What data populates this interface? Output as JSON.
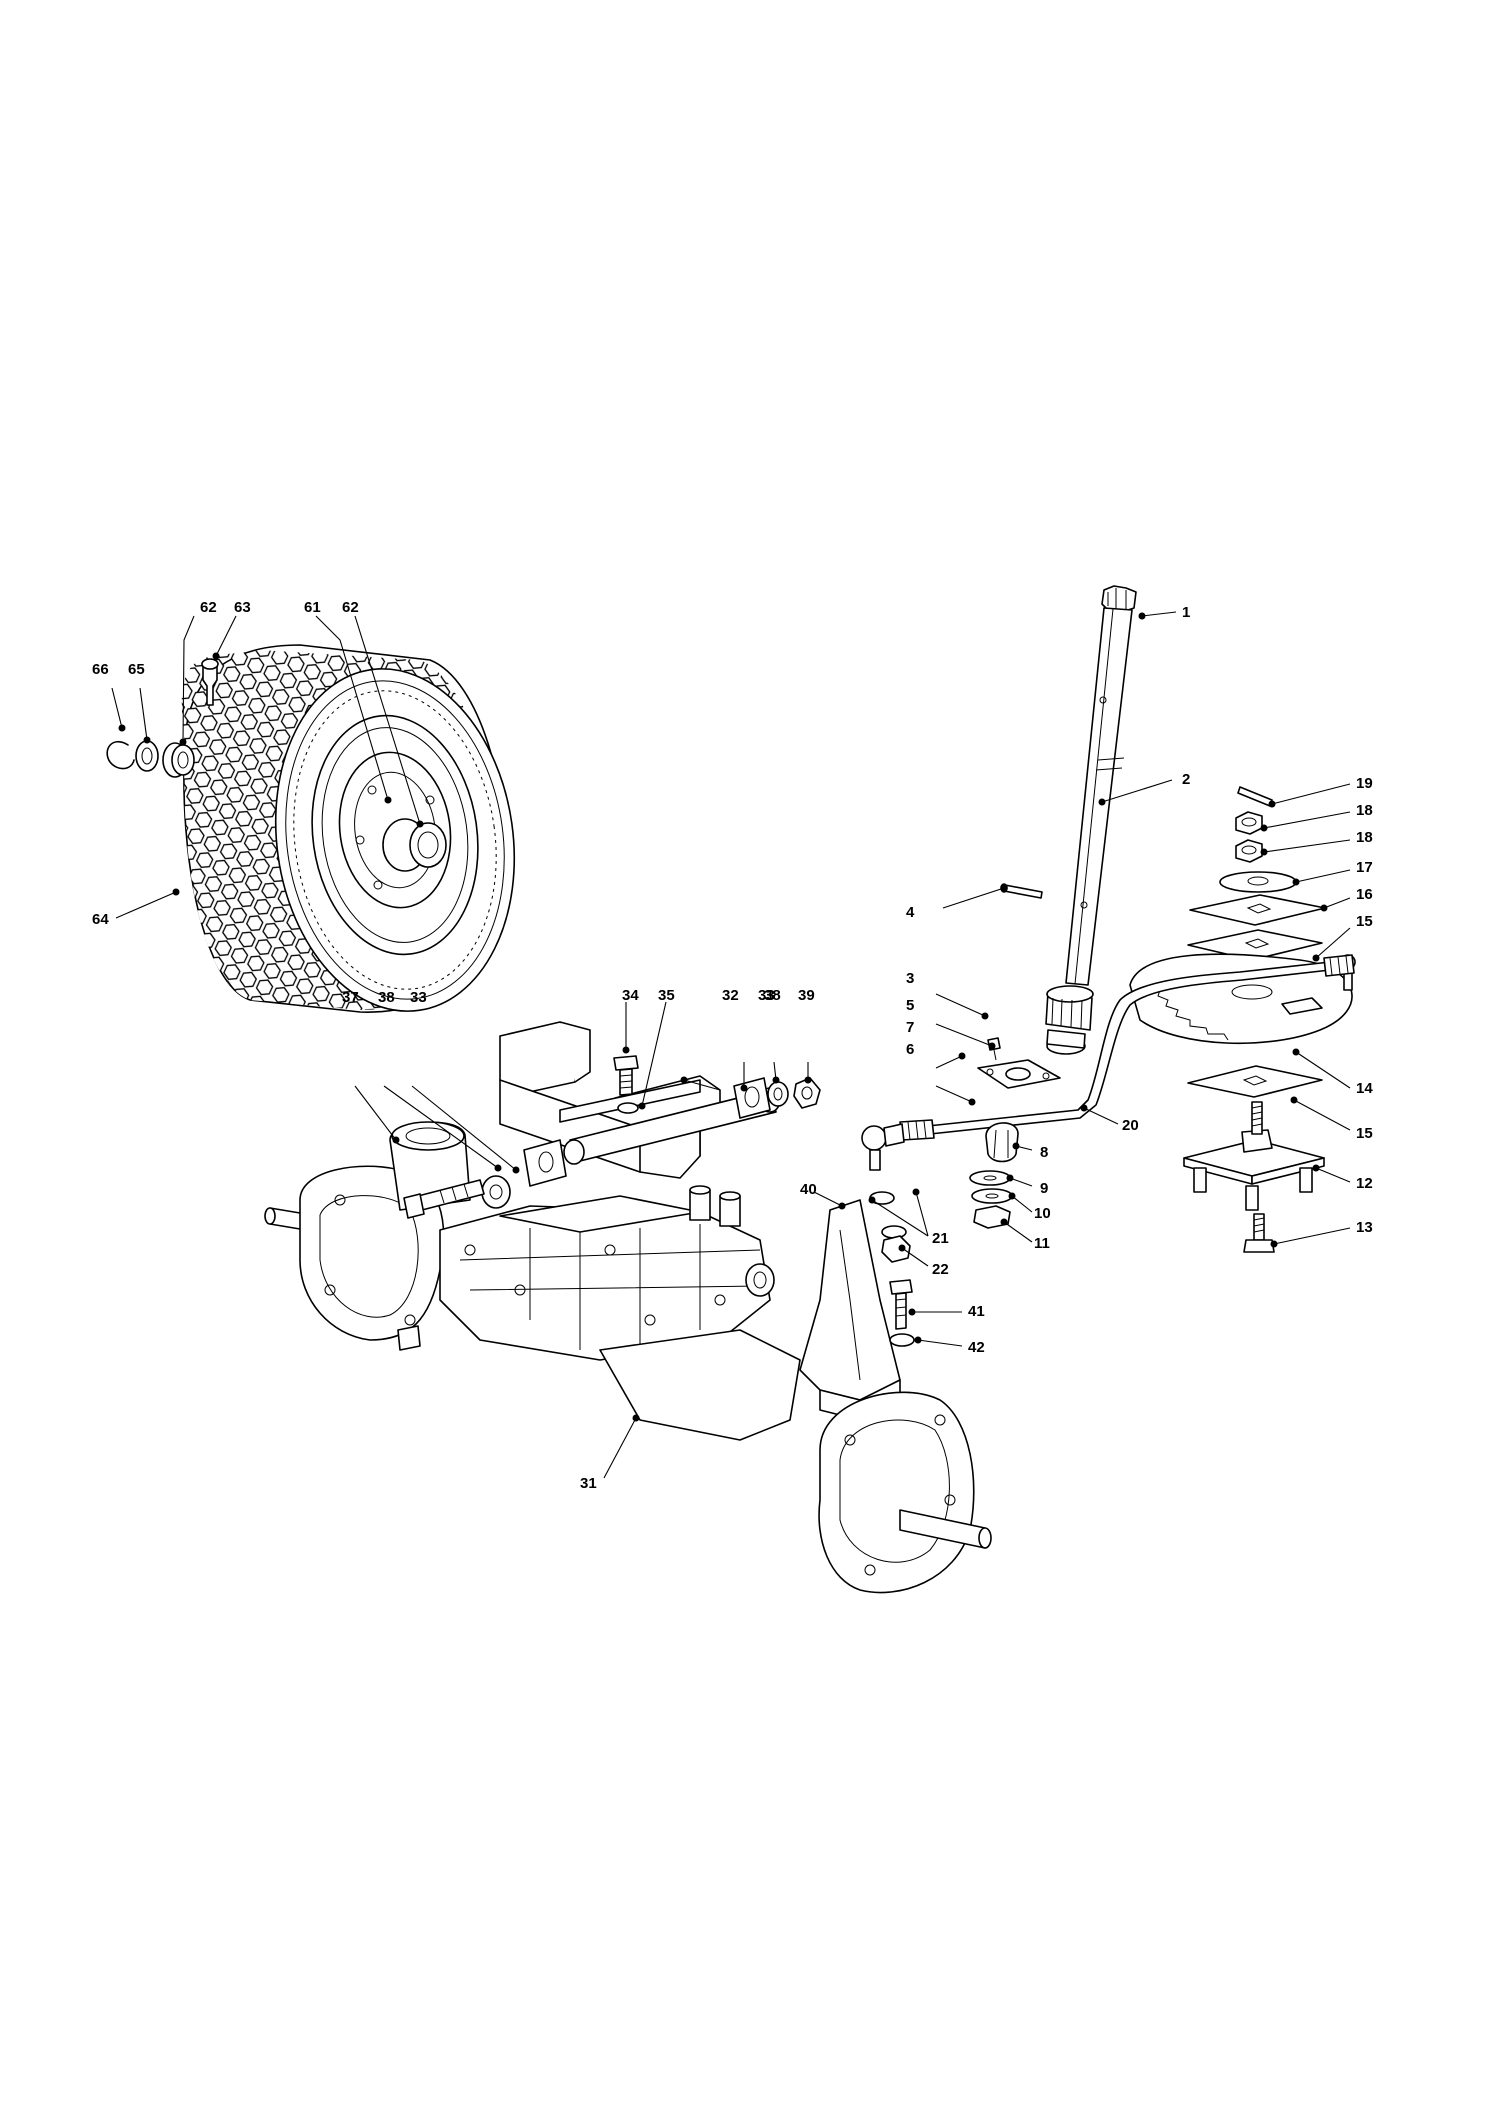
{
  "callouts": [
    {
      "id": "c1",
      "label": "1"
    },
    {
      "id": "c2",
      "label": "2"
    },
    {
      "id": "c3",
      "label": "3"
    },
    {
      "id": "c4",
      "label": "4"
    },
    {
      "id": "c5",
      "label": "5"
    },
    {
      "id": "c6",
      "label": "6"
    },
    {
      "id": "c7",
      "label": "7"
    },
    {
      "id": "c8",
      "label": "8"
    },
    {
      "id": "c9",
      "label": "9"
    },
    {
      "id": "c10",
      "label": "10"
    },
    {
      "id": "c11",
      "label": "11"
    },
    {
      "id": "c12",
      "label": "12"
    },
    {
      "id": "c13",
      "label": "13"
    },
    {
      "id": "c14",
      "label": "14"
    },
    {
      "id": "c15a",
      "label": "15"
    },
    {
      "id": "c15b",
      "label": "15"
    },
    {
      "id": "c16",
      "label": "16"
    },
    {
      "id": "c17",
      "label": "17"
    },
    {
      "id": "c18a",
      "label": "18"
    },
    {
      "id": "c18b",
      "label": "18"
    },
    {
      "id": "c19",
      "label": "19"
    },
    {
      "id": "c20",
      "label": "20"
    },
    {
      "id": "c21",
      "label": "21"
    },
    {
      "id": "c22",
      "label": "22"
    },
    {
      "id": "c31",
      "label": "31"
    },
    {
      "id": "c32",
      "label": "32"
    },
    {
      "id": "c33a",
      "label": "33"
    },
    {
      "id": "c33b",
      "label": "33"
    },
    {
      "id": "c34",
      "label": "34"
    },
    {
      "id": "c35",
      "label": "35"
    },
    {
      "id": "c37",
      "label": "37"
    },
    {
      "id": "c38a",
      "label": "38"
    },
    {
      "id": "c38b",
      "label": "38"
    },
    {
      "id": "c39",
      "label": "39"
    },
    {
      "id": "c40",
      "label": "40"
    },
    {
      "id": "c41",
      "label": "41"
    },
    {
      "id": "c42",
      "label": "42"
    },
    {
      "id": "c61",
      "label": "61"
    },
    {
      "id": "c62a",
      "label": "62"
    },
    {
      "id": "c62b",
      "label": "62"
    },
    {
      "id": "c63",
      "label": "63"
    },
    {
      "id": "c64",
      "label": "64"
    },
    {
      "id": "c65",
      "label": "65"
    },
    {
      "id": "c66",
      "label": "66"
    }
  ]
}
